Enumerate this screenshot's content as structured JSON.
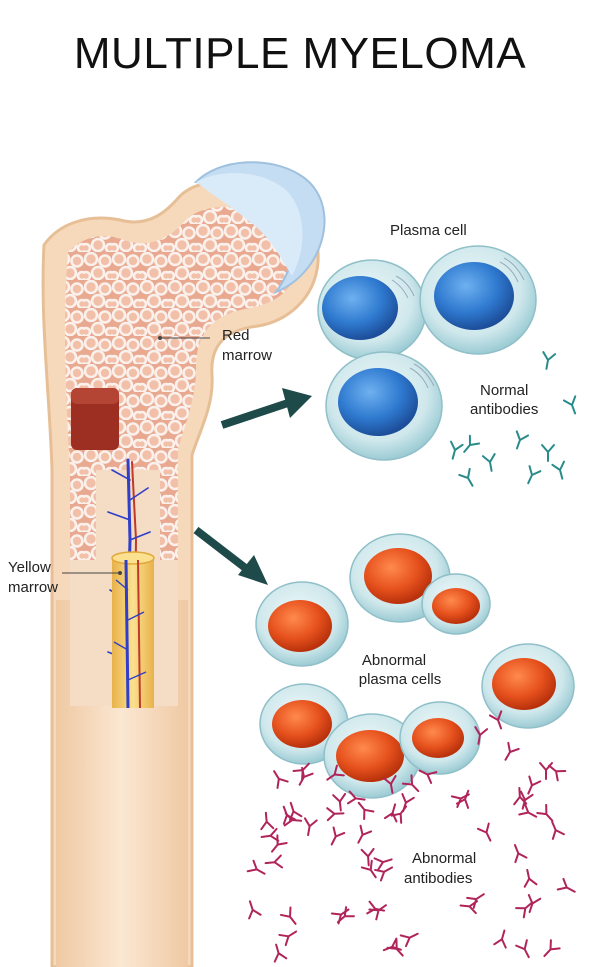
{
  "title": "MULTIPLE MYELOMA",
  "labels": {
    "red_marrow": [
      "Red",
      "marrow"
    ],
    "yellow_marrow": [
      "Yellow",
      "marrow"
    ],
    "plasma_cell": "Plasma cell",
    "normal_antibodies": [
      "Normal",
      "antibodies"
    ],
    "abnormal_plasma_cells": [
      "Abnormal",
      "plasma cells"
    ],
    "abnormal_antibodies": [
      "Abnormal",
      "antibodies"
    ]
  },
  "colors": {
    "bone_outer": "#f6d9bb",
    "bone_cortex": "#f1caa4",
    "spongy_fill": "#e9a990",
    "trabecula": "#fbf1ec",
    "cartilage_cap": "#c4ddf2",
    "red_marrow_block": "#9c2f22",
    "yellow_marrow": "#f6cd6a",
    "vessel_blue": "#2f3fc9",
    "vessel_red": "#c0392b",
    "cell_membrane": "#cfe8ec",
    "normal_nucleus": "#2f7ad0",
    "abnormal_nucleus": "#e6511d",
    "normal_antibody": "#2a8b8b",
    "abnormal_antibody": "#b0245a",
    "arrow": "#1f4a4a"
  }
}
